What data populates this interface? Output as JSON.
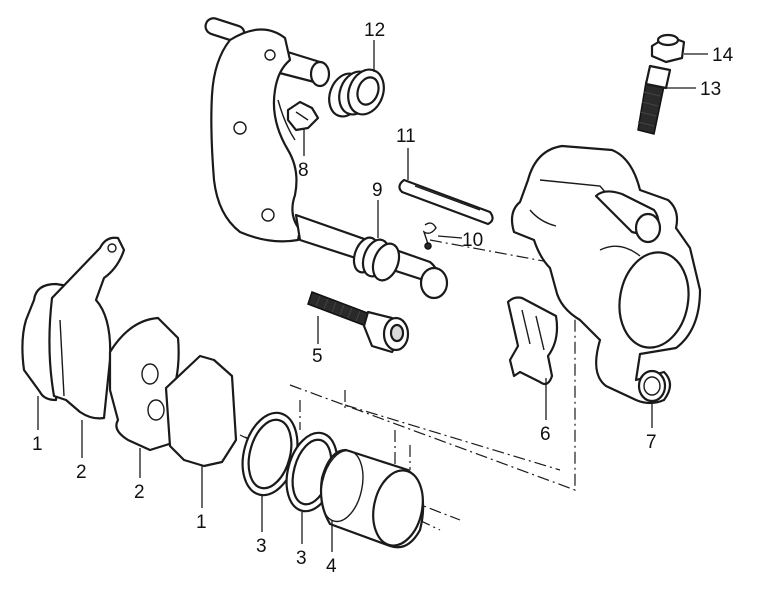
{
  "callouts": {
    "c1a": "1",
    "c2a": "2",
    "c2b": "2",
    "c1b": "1",
    "c3a": "3",
    "c3b": "3",
    "c4": "4",
    "c5": "5",
    "c6": "6",
    "c7": "7",
    "c8": "8",
    "c9": "9",
    "c10": "10",
    "c11": "11",
    "c12": "12",
    "c13": "13",
    "c14": "14"
  }
}
